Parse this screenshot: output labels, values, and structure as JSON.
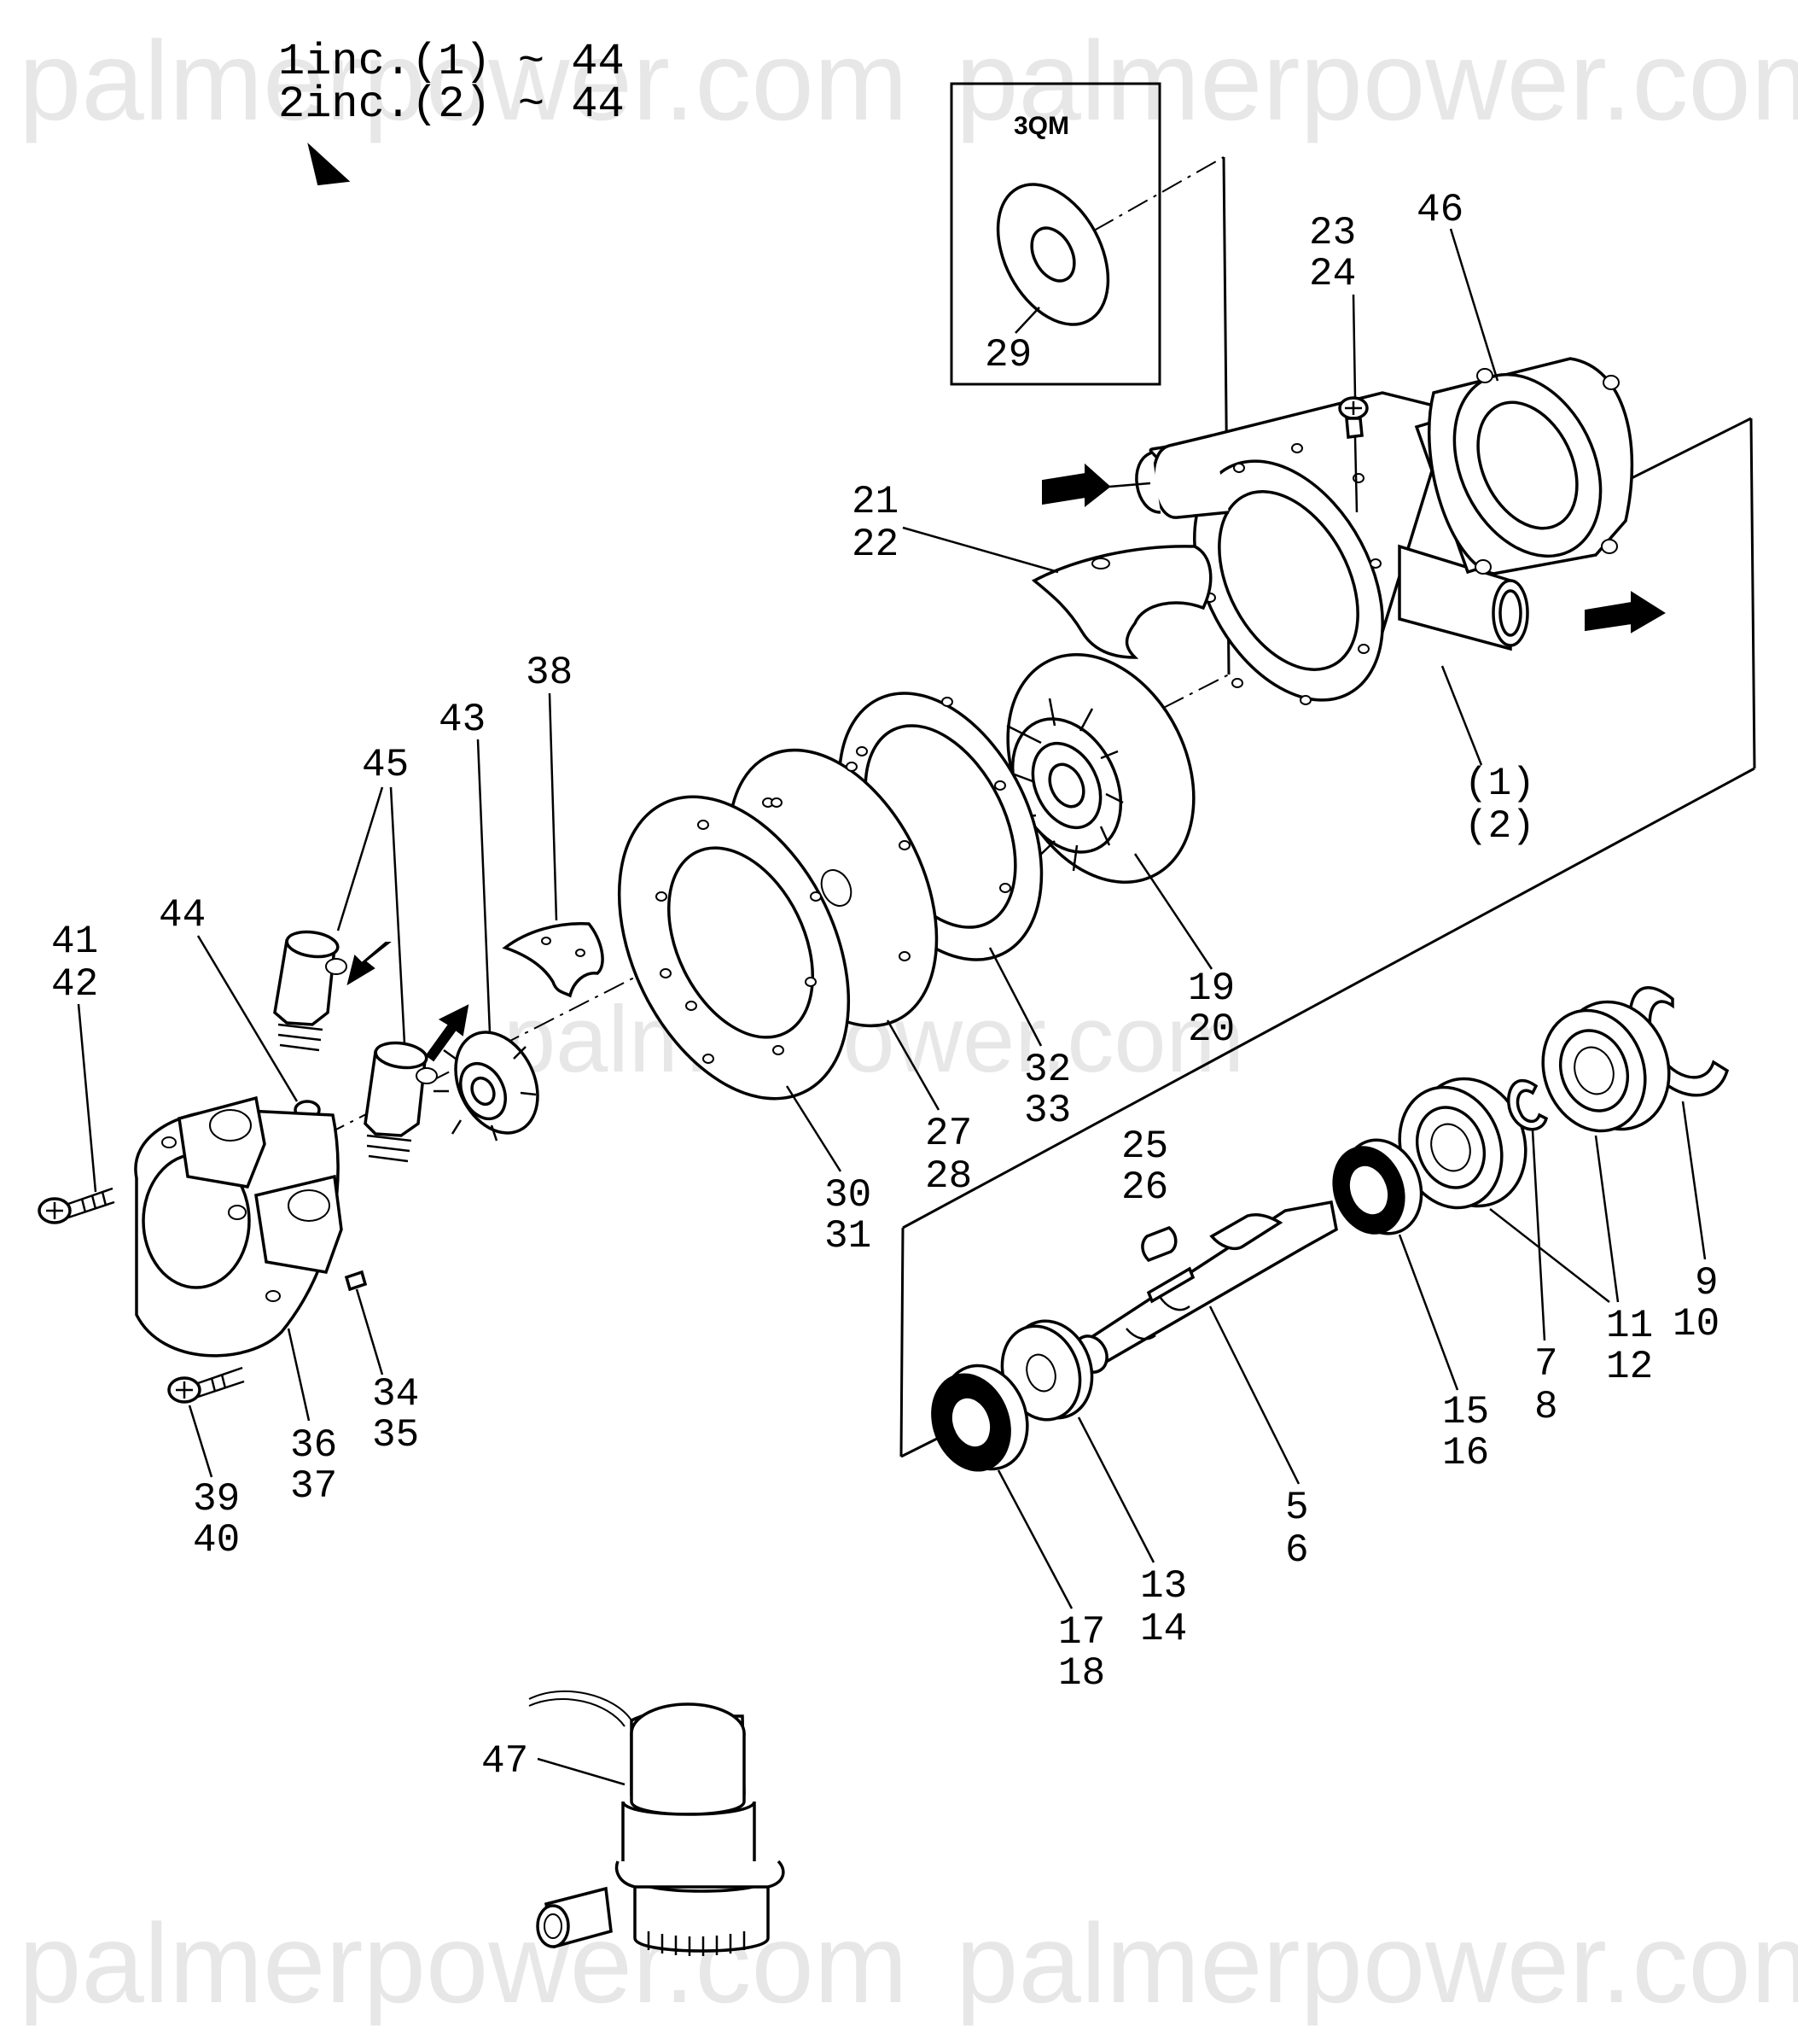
{
  "watermark": {
    "text": "palmerpower.com"
  },
  "header": {
    "line1": "1inc.(1) ~ 44",
    "line2": "2inc.(2) ~ 44"
  },
  "inset": {
    "label": "3QM",
    "part": "29"
  },
  "callouts": {
    "c46": "46",
    "c23": "23",
    "c24": "24",
    "c21": "21",
    "c22": "22",
    "c1": "(1)",
    "c2": "(2)",
    "c38": "38",
    "c43": "43",
    "c45": "45",
    "c44": "44",
    "c41": "41",
    "c42": "42",
    "c19": "19",
    "c20": "20",
    "c32": "32",
    "c33": "33",
    "c27": "27",
    "c28": "28",
    "c30": "30",
    "c31": "31",
    "c25": "25",
    "c26": "26",
    "c9": "9",
    "c10": "10",
    "c11": "11",
    "c12": "12",
    "c7": "7",
    "c8": "8",
    "c15": "15",
    "c16": "16",
    "c5": "5",
    "c6": "6",
    "c13": "13",
    "c14": "14",
    "c17": "17",
    "c18": "18",
    "c34": "34",
    "c35": "35",
    "c36": "36",
    "c37": "37",
    "c39": "39",
    "c40": "40",
    "c47": "47"
  }
}
